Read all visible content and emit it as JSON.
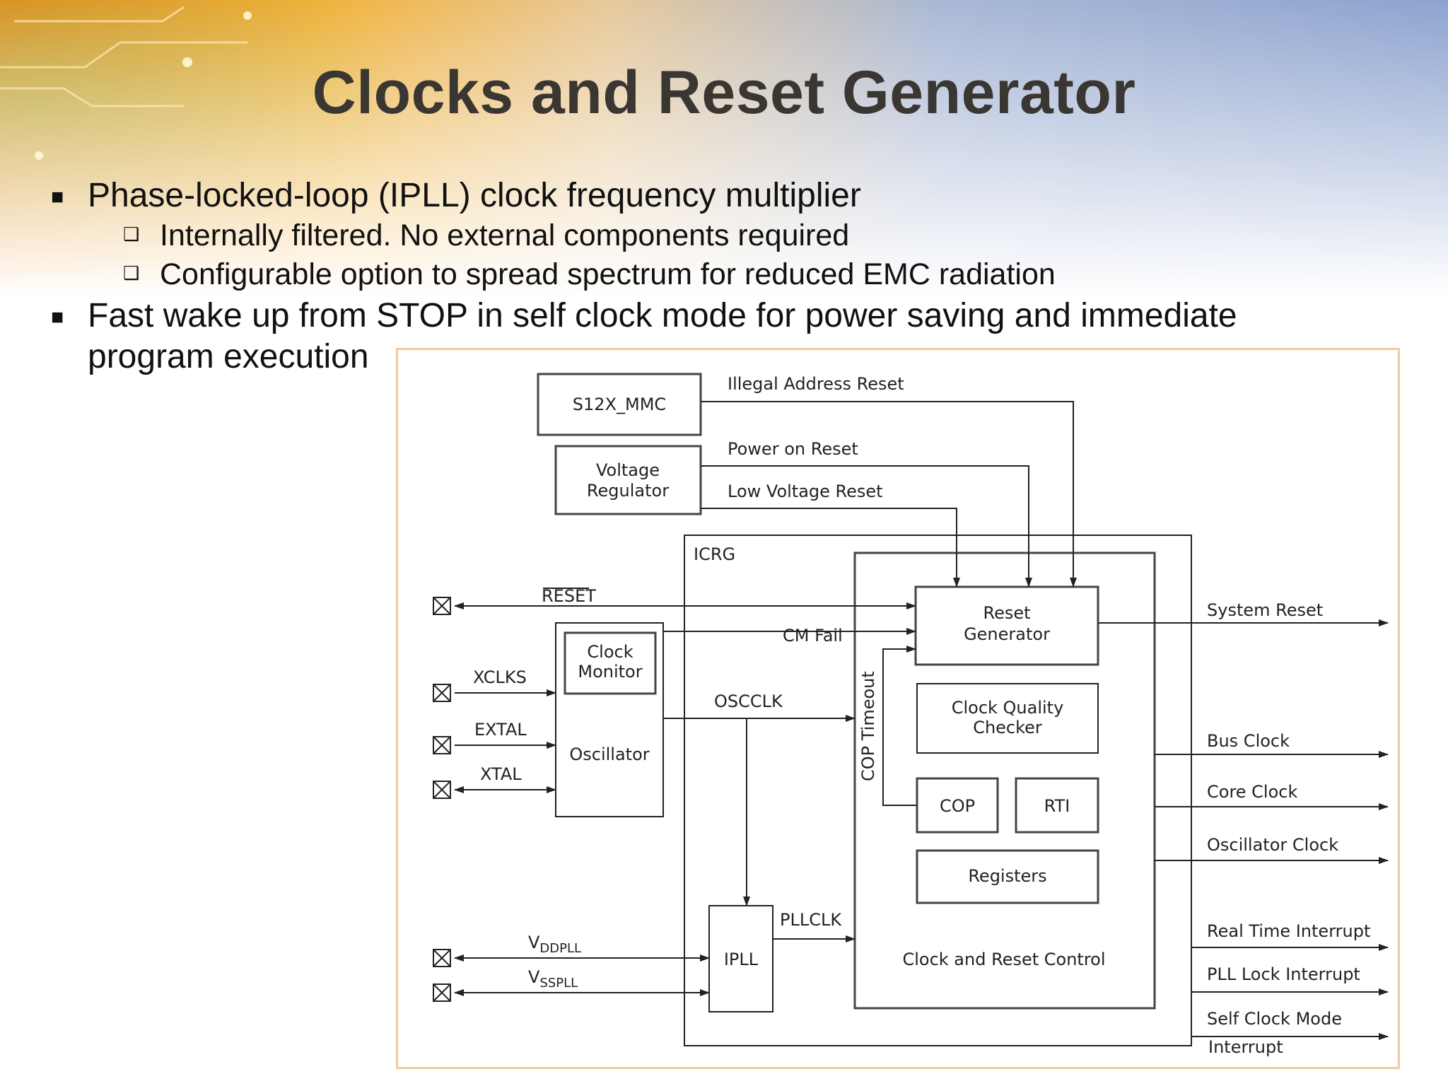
{
  "title": "Clocks and Reset Generator",
  "bullets": [
    {
      "text": "Phase-locked-loop (IPLL) clock frequency multiplier",
      "sub": [
        "Internally filtered. No external components required",
        "Configurable option to spread spectrum for reduced EMC radiation"
      ]
    },
    {
      "text_line1": "Fast wake up from STOP in self clock mode for power saving and immediate",
      "text_line2": "program execution"
    }
  ],
  "diagram": {
    "blocks": {
      "mmc": "S12X_MMC",
      "vreg_1": "Voltage",
      "vreg_2": "Regulator",
      "icrg": "ICRG",
      "clock_monitor_1": "Clock",
      "clock_monitor_2": "Monitor",
      "oscillator": "Oscillator",
      "reset_gen_1": "Reset",
      "reset_gen_2": "Generator",
      "cqc_1": "Clock Quality",
      "cqc_2": "Checker",
      "cop": "COP",
      "rti": "RTI",
      "registers": "Registers",
      "crc": "Clock and Reset Control",
      "ipll": "IPLL"
    },
    "signals": {
      "illegal_address_reset": "Illegal Address Reset",
      "power_on_reset": "Power on Reset",
      "low_voltage_reset": "Low Voltage Reset",
      "reset": "RESET",
      "cm_fail": "CM Fail",
      "xclks": "XCLKS",
      "extal": "EXTAL",
      "xtal": "XTAL",
      "oscclk": "OSCCLK",
      "cop_timeout": "COP Timeout",
      "pllclk": "PLLCLK",
      "v": "V",
      "ddpll": "DDPLL",
      "sspll": "SSPLL"
    },
    "outputs": {
      "system_reset": "System Reset",
      "bus_clock": "Bus Clock",
      "core_clock": "Core Clock",
      "oscillator_clock": "Oscillator Clock",
      "rti_interrupt": "Real Time Interrupt",
      "pll_lock_interrupt": "PLL Lock Interrupt",
      "self_clock_1": "Self Clock Mode",
      "self_clock_2": "Interrupt"
    }
  }
}
